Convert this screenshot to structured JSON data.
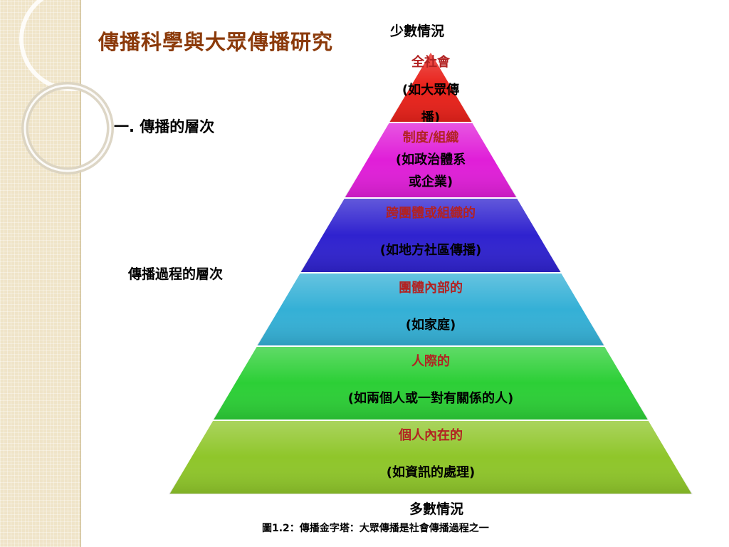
{
  "slide": {
    "title": "傳播科學與大眾傳播研究",
    "section_heading": "一. 傳播的層次",
    "axis_label": "傳播過程的層次",
    "top_note": "少數情況",
    "bottom_note": "多數情況",
    "caption": "圖1.2：傳播金字塔：大眾傳播是社會傳播過程之一"
  },
  "pyramid": {
    "title_color": "#b22222",
    "levels": [
      {
        "title": "全社會",
        "lines": [
          "(如大眾傳",
          "播)"
        ],
        "color": "#e8211a"
      },
      {
        "title": "制度/組織",
        "lines": [
          "(如政治體系",
          "或企業)"
        ],
        "color": "#e01ed8"
      },
      {
        "title": "跨團體或組織的",
        "lines": [
          "(如地方社區傳播)"
        ],
        "color": "#2f22cf"
      },
      {
        "title": "團體內部的",
        "lines": [
          "(如家庭)"
        ],
        "color": "#34b0d6"
      },
      {
        "title": "人際的",
        "lines": [
          "(如兩個人或一對有關係的人)"
        ],
        "color": "#2ccf36"
      },
      {
        "title": "個人內在的",
        "lines": [
          "(如資訊的處理)"
        ],
        "color": "#8fc62a"
      }
    ]
  }
}
